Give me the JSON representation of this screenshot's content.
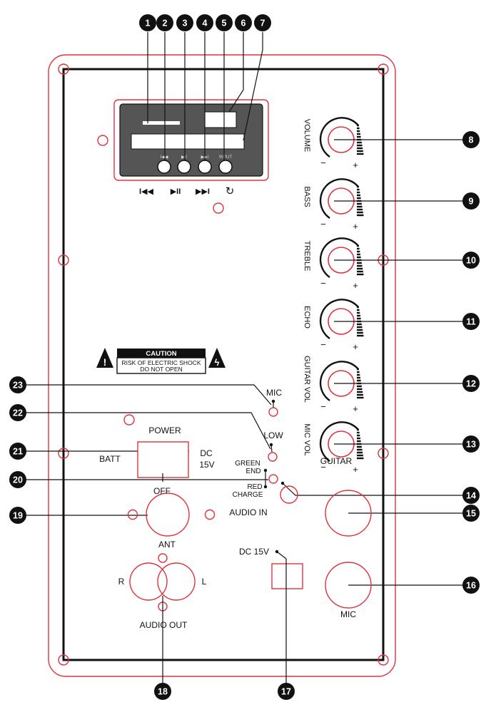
{
  "callouts": [
    "1",
    "2",
    "3",
    "4",
    "5",
    "6",
    "7",
    "8",
    "9",
    "10",
    "11",
    "12",
    "13",
    "14",
    "15",
    "16",
    "17",
    "18",
    "19",
    "20",
    "21",
    "22",
    "23"
  ],
  "knobs": [
    {
      "label": "VOLUME",
      "minus": "−",
      "plus": "+"
    },
    {
      "label": "BASS",
      "minus": "−",
      "plus": "+"
    },
    {
      "label": "TREBLE",
      "minus": "−",
      "plus": "+"
    },
    {
      "label": "ECHO",
      "minus": "−",
      "plus": "+"
    },
    {
      "label": "GUITAR VOL",
      "minus": "−",
      "plus": "+"
    },
    {
      "label": "MIC VOL",
      "minus": "−",
      "plus": "+"
    }
  ],
  "player": {
    "prev_small": "I◀◀",
    "play_small": "▶II",
    "next_small": "▶▶I",
    "input_small": "INPUT",
    "prev_icon": "I◀◀",
    "play_icon": "▶II",
    "next_icon": "▶▶I",
    "repeat_icon": "↻"
  },
  "caution": {
    "title": "CAUTION",
    "line1": "RISK OF ELECTRIC SHOCK",
    "line2": "DO NOT OPEN",
    "warn_glyph": "!",
    "bolt_glyph": "ϟ"
  },
  "labels": {
    "mic_led": "MIC",
    "low_led": "LOW",
    "green": "GREEN",
    "end": "END",
    "red": "RED",
    "charge": "CHARGE",
    "power": "POWER",
    "batt": "BATT",
    "dc": "DC",
    "v15": "15V",
    "off": "OFF",
    "ant": "ANT",
    "audio_in": "AUDIO IN",
    "guitar": "GUITAR",
    "dc15v": "DC  15V",
    "mic_jack": "MIC",
    "r": "R",
    "l": "L",
    "audio_out": "AUDIO OUT"
  }
}
